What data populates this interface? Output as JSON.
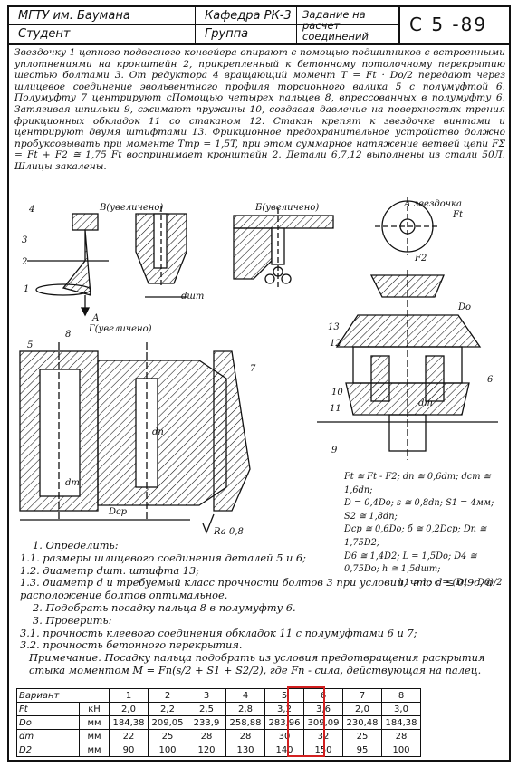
{
  "header": {
    "org": "МГТУ им. Баумана",
    "dept": "Кафедра РК-3",
    "task_title": "Задание на расчет соединений",
    "variant_code": "С 5 -89",
    "student_label": "Студент",
    "group_label": "Группа"
  },
  "intro_text": "Звездочку 1 цепного подвесного конвейера опирают с помощью подшипников с встроенными уплотнениями на кронштейн 2, прикрепленный к бетонному потолочному перекрытию шестью болтами 3. От редуктора 4 вращающий момент T = Ft · Dо/2 передают через шлицевое соединение эвольвентного профиля торсионного валика 5 с полумуфтой 6. Полумуфту 7 центрируют сПомощью четырех пальцев 8, впрессованных в полумуфту 6. Затягивая шпильки 9, сжимают пружины 10, создавая давление на поверхностях трения фрикционных обкладок 11 со стаканом 12. Стакан крепят к звездочке винтами и центрируют двумя штифтами 13. Фрикционное предохранительное устройство должно пробуксовывать при моменте Tтр = 1,5T, при этом суммарное натяжение ветвей цепи FΣ = Ft + F2 ≅ 1,75 Ft воспринимает кронштейн 2. Детали 6,7,12 выполнены из стали 50Л. Шлицы закалены.",
  "drawing_labels": {
    "view_a": "А звездочка",
    "view_b": "В(увеличено)",
    "view_g": "Г(увеличено)",
    "view_b2": "Б(увеличено)",
    "arrow_a": "А",
    "roughness": "Ra 0,8",
    "ft": "Ft",
    "f2": "F2",
    "d0": "Dо",
    "dm": "dm",
    "dn": "dп",
    "dcp": "Dср",
    "dsh": "dшт",
    "n": [
      "1",
      "2",
      "3",
      "4",
      "5",
      "6",
      "7",
      "8",
      "9",
      "10",
      "11",
      "12",
      "13"
    ]
  },
  "formulas": [
    "Ft ≅ Ft - F2;  dп ≅ 0,6dm;  dcm ≅ 1,6dп;",
    "D = 0,4Dо; s ≅ 0,8dп; S1 = 4мм; S2 ≅ 1,8dп;",
    "Dср ≅ 0,6Dо;  б ≅ 0,2Dср;  Dп ≅ 1,75D2;",
    "D6 ≅ 1,4D2;  L = 1,5Dо; D4 ≅ 0,75Dо; h ≅ 1,5dшт;",
    "h1 > h;  c = (D1 - D6)/2"
  ],
  "tasks": {
    "t1": "1. Определить:",
    "t1_1": "1.1. размеры шлицевого соединения деталей 5 и 6;",
    "t1_2": "1.2. диаметр dшт. штифта 13;",
    "t1_3": "1.3. диаметр d и требуемый класс прочности болтов 3 при условии, что d ≤ 0,9c, а расположение болтов оптимальное.",
    "t2": "2. Подобрать посадку пальца 8 в полумуфту 6.",
    "t3": "3. Проверить:",
    "t3_1": "3.1. прочность клеевого соединения обкладок 11 с полумуфтами 6 и 7;",
    "t3_2": "3.2. прочность бетонного перекрытия.",
    "note": "Примечание. Посадку пальца подобрать из условия предотвращения раскрытия стыка моментом M = Fп(s/2 + S1 + S2/2), где Fп - сила, действующая на палец."
  },
  "table": {
    "header_label": "Вариант",
    "variants": [
      "1",
      "2",
      "3",
      "4",
      "5",
      "6",
      "7",
      "8"
    ],
    "rows": [
      {
        "name": "Ft",
        "unit": "кН",
        "values": [
          "2,0",
          "2,2",
          "2,5",
          "2,8",
          "3,2",
          "3,6",
          "2,0",
          "3,0"
        ]
      },
      {
        "name": "Dо",
        "unit": "мм",
        "values": [
          "184,38",
          "209,05",
          "233,9",
          "258,88",
          "283,96",
          "309,09",
          "230,48",
          "184,38"
        ]
      },
      {
        "name": "dm",
        "unit": "мм",
        "values": [
          "22",
          "25",
          "28",
          "28",
          "30",
          "32",
          "25",
          "28"
        ]
      },
      {
        "name": "D2",
        "unit": "мм",
        "values": [
          "90",
          "100",
          "120",
          "130",
          "140",
          "150",
          "95",
          "100"
        ]
      }
    ],
    "highlight_variant": "4"
  }
}
